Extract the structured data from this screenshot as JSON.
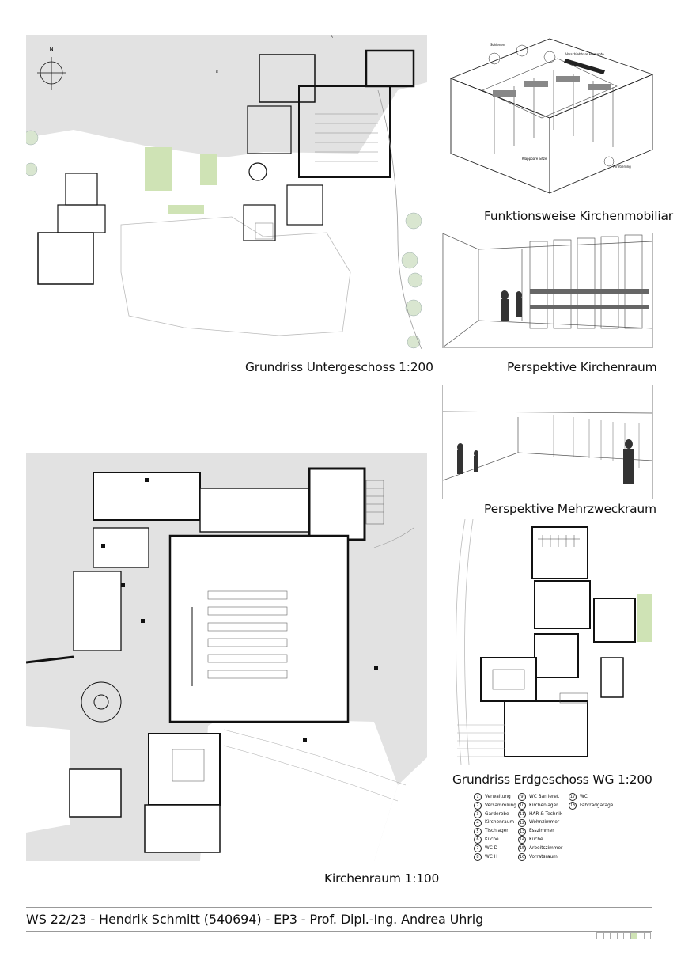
{
  "captions": {
    "ug": "Grundriss Untergeschoss 1:200",
    "mobiliar": "Funktionsweise Kirchenmobiliar",
    "kirchenraum_persp": "Perspektive Kirchenraum",
    "mehrzweck_persp": "Perspektive Mehrzweckraum",
    "eg_wg": "Grundriss Erdgeschoss WG 1:200",
    "kirchenraum_plan": "Kirchenraum 1:100"
  },
  "north_label": "N",
  "section_marks": {
    "a": "A",
    "b": "B"
  },
  "diagram_labels": {
    "schienen": "Schienen",
    "verschiebbare": "Verschiebbare Elemente",
    "klappbare": "Klappbare Sitze",
    "arretierung": "Arretierung"
  },
  "legend": {
    "col1": [
      {
        "n": "1",
        "label": "Verwaltung"
      },
      {
        "n": "2",
        "label": "Versammlung"
      },
      {
        "n": "3",
        "label": "Garderobe"
      },
      {
        "n": "4",
        "label": "Kirchenraum"
      },
      {
        "n": "5",
        "label": "Tischlager"
      },
      {
        "n": "6",
        "label": "Küche"
      },
      {
        "n": "7",
        "label": "WC D"
      },
      {
        "n": "8",
        "label": "WC H"
      }
    ],
    "col2": [
      {
        "n": "9",
        "label": "WC Barrieref."
      },
      {
        "n": "10",
        "label": "Kirchenlager"
      },
      {
        "n": "11",
        "label": "HAR & Technik"
      },
      {
        "n": "12",
        "label": "Wohnzimmer"
      },
      {
        "n": "13",
        "label": "Esszimmer"
      },
      {
        "n": "14",
        "label": "Küche"
      },
      {
        "n": "15",
        "label": "Arbeitszimmer"
      },
      {
        "n": "16",
        "label": "Vorratsraum"
      }
    ],
    "col3": [
      {
        "n": "17",
        "label": "WC"
      },
      {
        "n": "18",
        "label": "Fahrradgarage"
      }
    ]
  },
  "footer": "WS 22/23 - Hendrik Schmitt (540694) - EP3 - Prof. Dipl.-Ing. Andrea Uhrig",
  "page_indicator": {
    "count": 8,
    "active_index": 5,
    "active_color": "#cfe3b5"
  }
}
